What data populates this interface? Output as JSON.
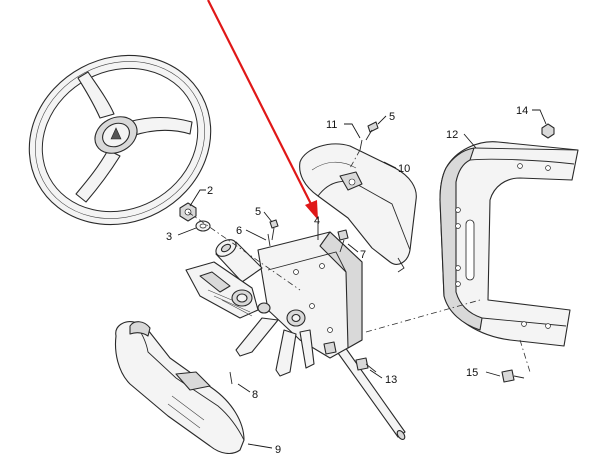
{
  "callouts": {
    "c2": "2",
    "c3": "3",
    "c4": "4",
    "c5a": "5",
    "c5b": "5",
    "c6": "6",
    "c7": "7",
    "c8": "8",
    "c9": "9",
    "c10": "10",
    "c11": "11",
    "c12": "12",
    "c13": "13",
    "c14": "14",
    "c15": "15"
  },
  "colors": {
    "pointer": "#e01818",
    "line": "#2a2a2a",
    "fill": "#f4f4f4"
  },
  "highlighted_callout": "4"
}
